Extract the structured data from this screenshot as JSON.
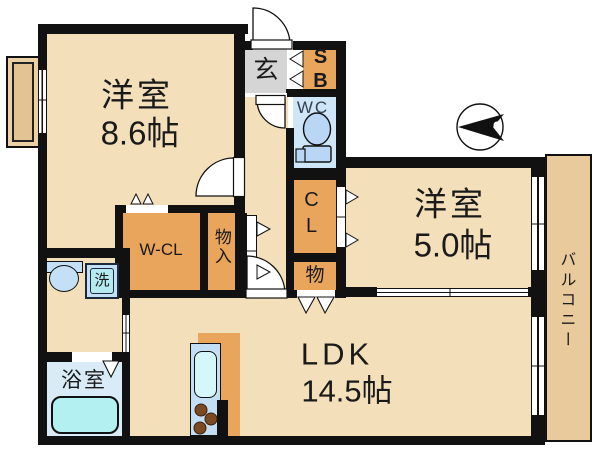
{
  "plan": {
    "rooms": {
      "bedroom1": {
        "name": "洋室",
        "size": "8.6帖"
      },
      "bedroom2": {
        "name": "洋室",
        "size": "5.0帖"
      },
      "ldk": {
        "name": "LDK",
        "size": "14.5帖"
      },
      "bathroom": {
        "name": "浴室"
      },
      "balcony": {
        "name": "バルコニー"
      },
      "entrance": {
        "name": "玄"
      },
      "toilet": {
        "name": "WC"
      },
      "shoe_box": {
        "name": "SB"
      },
      "closet": {
        "name": "CL"
      },
      "storage_small": {
        "name": "物"
      },
      "walk_in_closet": {
        "name": "W-CL"
      },
      "hall_storage": {
        "name": "物入"
      },
      "washer": {
        "name": "洗"
      }
    },
    "colors": {
      "floor": "#F3DFBA",
      "closet_orange": "#E9A55B",
      "balcony_tan": "#E8CA9C",
      "entrance_gray": "#D5D5D5",
      "water_blue": "#CEE6F8",
      "tub_cyan": "#B2F0F2",
      "wall": "#111111"
    }
  }
}
